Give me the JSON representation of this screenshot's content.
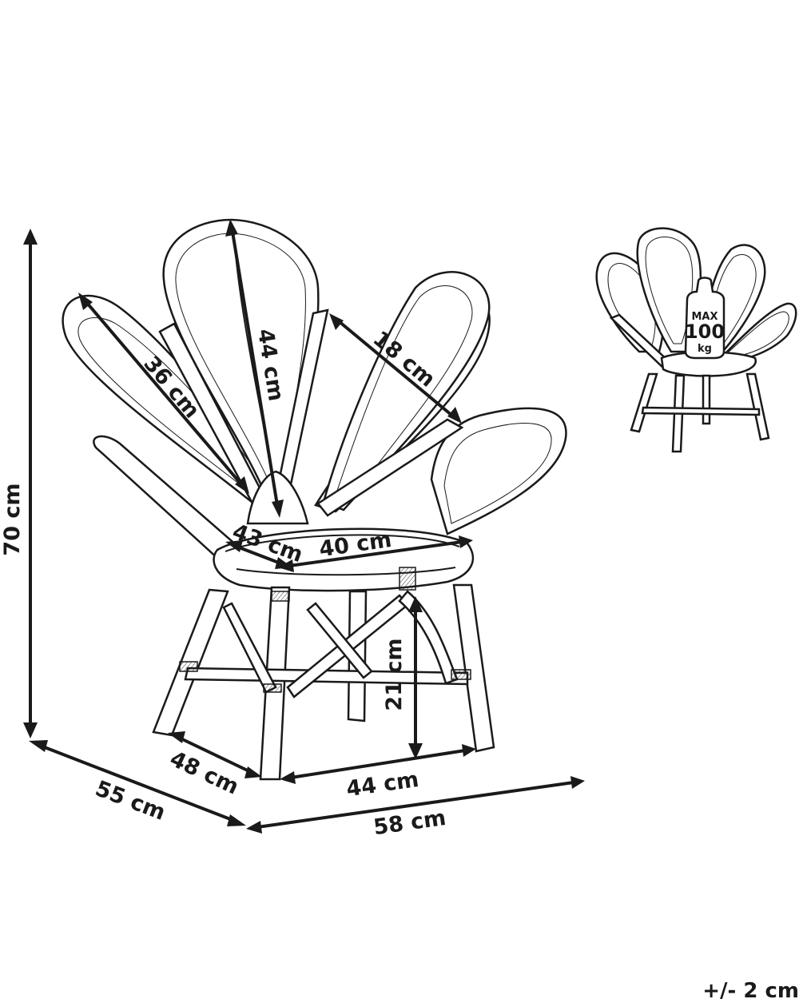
{
  "dimensions": {
    "height_total": "70 cm",
    "depth_total": "55 cm",
    "width_total": "58 cm",
    "leg_depth": "48 cm",
    "leg_width": "44 cm",
    "seat_height": "21 cm",
    "seat_depth": "43 cm",
    "seat_width": "40 cm",
    "petal_left": "36 cm",
    "petal_center": "44 cm",
    "petal_right": "18 cm"
  },
  "load_badge": {
    "line1": "MAX",
    "line2": "100",
    "line3": "kg"
  },
  "tolerance": "+/- 2 cm",
  "colors": {
    "line": "#1a1a1a",
    "background": "#ffffff"
  }
}
